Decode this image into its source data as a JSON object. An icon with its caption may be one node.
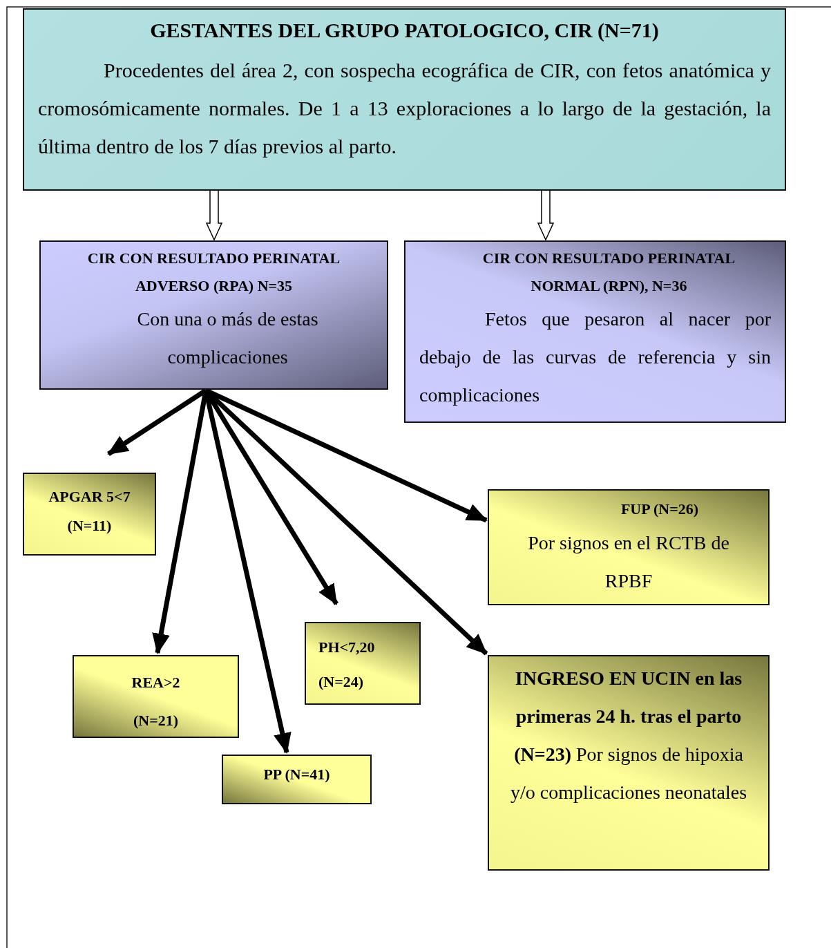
{
  "diagram": {
    "nodes": [
      {
        "text": [
          "GESTANTES DEL GRUPO PATOLOGICO, CIR (N=71)",
          "Procedentes del área 2, con sospecha ecográfica de CIR, con fetos anatómica y cromosómicamente normales. De 1 a 13 exploraciones a lo largo de la gestación, la última dentro de los 7 días previos al parto."
        ]
      },
      {
        "text": [
          "CIR CON RESULTADO PERINATAL ADVERSO (RPA) N=35",
          "Con una o más de estas complicaciones"
        ]
      },
      {
        "text": [
          "CIR CON RESULTADO PERINATAL NORMAL (RPN), N=36",
          "Fetos que pesaron al nacer por debajo de las curvas de referencia y sin complicaciones"
        ]
      },
      {
        "text": [
          "APGAR 5<7 (N=11)"
        ]
      },
      {
        "text": [
          "FUP (N=26)",
          "Por signos en el RCTB de RPBF"
        ]
      },
      {
        "text": [
          "PH<7,20 (N=24)"
        ]
      },
      {
        "text": [
          "REA>2 (N=21)"
        ]
      },
      {
        "text": [
          "**INGRESO EN UCIN en las primeras 24 h. tras el parto (N=23)** Por signos de hipoxia y/o complicaciones neonatales"
        ]
      },
      {
        "text": [
          "PP (N=41)"
        ]
      }
    ],
    "edges": [
      {
        "from": 0,
        "to": 1,
        "arrow": "to",
        "style": "thick"
      },
      {
        "from": 0,
        "to": 2,
        "arrow": "to",
        "style": "thick"
      },
      {
        "from": 1,
        "to": 3,
        "arrow": "to"
      },
      {
        "from": 1,
        "to": 6,
        "arrow": "to"
      },
      {
        "from": 1,
        "to": 8,
        "arrow": "to"
      },
      {
        "from": 1,
        "to": 5,
        "arrow": "to"
      },
      {
        "from": 1,
        "to": 7,
        "arrow": "to"
      },
      {
        "from": 1,
        "to": 4,
        "arrow": "to"
      }
    ]
  }
}
